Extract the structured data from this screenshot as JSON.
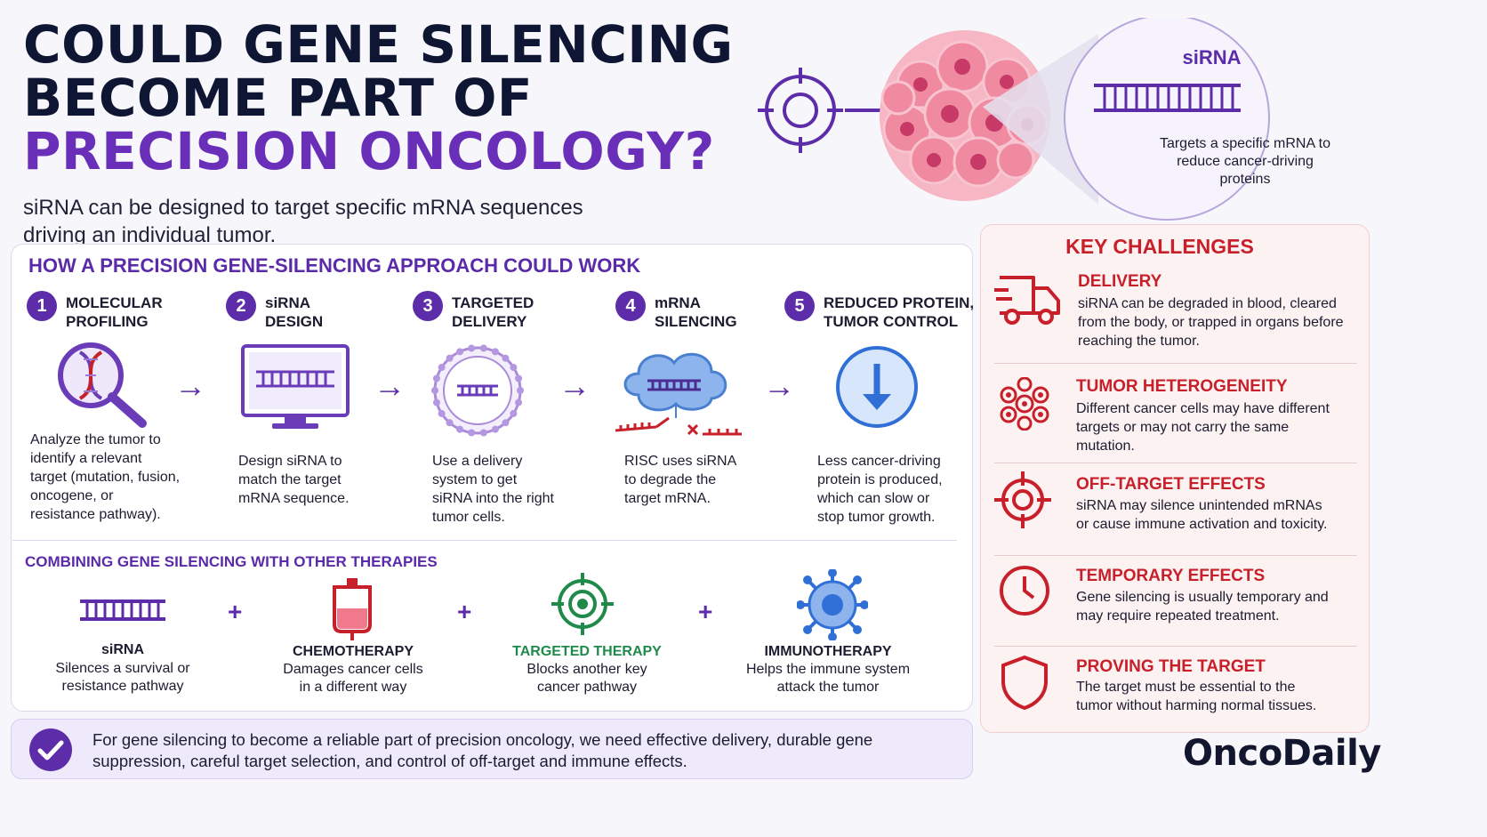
{
  "header": {
    "title_line1": "COULD GENE SILENCING",
    "title_line2": "BECOME PART OF",
    "title_line3": "PRECISION ONCOLOGY?",
    "subtitle": "siRNA can be designed to target specific mRNA sequences driving an individual tumor."
  },
  "hero": {
    "callout_title": "siRNA",
    "callout_text": "Targets a specific mRNA to reduce cancer-driving proteins"
  },
  "process": {
    "title": "HOW A PRECISION GENE-SILENCING APPROACH COULD WORK",
    "steps": [
      {
        "num": "1",
        "title_a": "MOLECULAR",
        "title_b": "PROFILING",
        "desc": "Analyze the tumor to identify a relevant target (mutation, fusion, oncogene, or resistance pathway).",
        "icon": "dna-magnifier-icon"
      },
      {
        "num": "2",
        "title_a": "siRNA",
        "title_b": "DESIGN",
        "desc": "Design siRNA to match the target mRNA sequence.",
        "icon": "monitor-sirna-icon"
      },
      {
        "num": "3",
        "title_a": "TARGETED",
        "title_b": "DELIVERY",
        "desc": "Use a delivery system to get siRNA into the right tumor cells.",
        "icon": "lipid-nanoparticle-icon"
      },
      {
        "num": "4",
        "title_a": "mRNA",
        "title_b": "SILENCING",
        "desc": "RISC uses siRNA to degrade the target mRNA.",
        "icon": "risc-complex-icon"
      },
      {
        "num": "5",
        "title_a": "REDUCED PROTEIN,",
        "title_b": "TUMOR CONTROL",
        "desc": "Less cancer-driving protein is produced, which can slow or stop tumor growth.",
        "icon": "down-arrow-circle-icon"
      }
    ]
  },
  "combining": {
    "title": "COMBINING GENE SILENCING WITH OTHER THERAPIES",
    "items": [
      {
        "title": "siRNA",
        "desc": "Silences a survival or resistance pathway",
        "color": "#1c1c30"
      },
      {
        "title": "CHEMOTHERAPY",
        "desc": "Damages cancer cells in a different way",
        "color": "#1c1c30"
      },
      {
        "title": "TARGETED THERAPY",
        "desc": "Blocks another key cancer pathway",
        "color": "#1f8a4a"
      },
      {
        "title": "IMMUNOTHERAPY",
        "desc": "Helps the immune system attack the tumor",
        "color": "#1c1c30"
      }
    ],
    "plus": "+"
  },
  "challenges": {
    "title": "KEY CHALLENGES",
    "items": [
      {
        "title": "DELIVERY",
        "desc": "siRNA can be degraded in blood, cleared from the body, or trapped in organs before reaching the tumor.",
        "icon": "truck-icon"
      },
      {
        "title": "TUMOR HETEROGENEITY",
        "desc": "Different cancer cells may have different targets or may not carry the same mutation.",
        "icon": "cell-cluster-icon"
      },
      {
        "title": "OFF-TARGET EFFECTS",
        "desc": "siRNA may silence unintended mRNAs or cause immune activation and toxicity.",
        "icon": "crosshair-icon"
      },
      {
        "title": "TEMPORARY EFFECTS",
        "desc": "Gene silencing is usually temporary and may require repeated treatment.",
        "icon": "clock-icon"
      },
      {
        "title": "PROVING THE TARGET",
        "desc": "The target must be essential to the tumor without harming normal tissues.",
        "icon": "shield-icon"
      }
    ]
  },
  "footer": {
    "conclusion": "For gene silencing to become a reliable part of precision oncology, we need effective delivery, durable gene suppression, careful target selection, and control of off-target and immune effects.",
    "brand": "OncoDaily"
  },
  "colors": {
    "purple": "#5d2ca9",
    "red": "#c8202a",
    "green": "#1f8a4a",
    "blue": "#2f6fd6"
  }
}
